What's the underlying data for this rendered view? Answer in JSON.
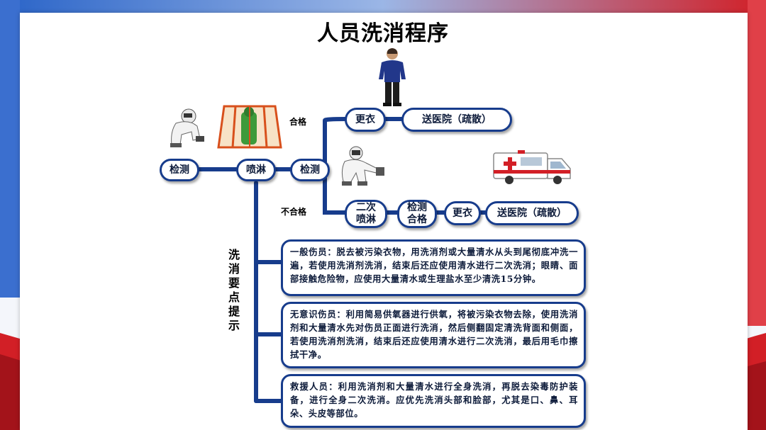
{
  "title": "人员洗消程序",
  "nodes": {
    "detect1": "检测",
    "shower": "喷淋",
    "detect2": "检测",
    "change1": "更衣",
    "hospital1": "送医院（疏散）",
    "shower2": "二次喷淋",
    "detect3": "检测合格",
    "change2": "更衣",
    "hospital2": "送医院（疏散）"
  },
  "branch_labels": {
    "pass": "合格",
    "fail": "不合格"
  },
  "side_label": "洗消要点提示",
  "notes": [
    "一般伤员：脱去被污染衣物，用洗消剂或大量清水从头到尾彻底冲洗一遍，若使用洗消剂洗消，结束后还应使用清水进行二次洗消；眼睛、面部接触危险物，应使用大量清水或生理盐水至少清洗15分钟。",
    "无意识伤员：利用简易供氧器进行供氧，将被污染衣物去除，使用洗消剂和大量清水先对伤员正面进行洗消，然后侧翻固定清洗背面和侧面，若使用洗消剂洗消，结束后还应使用清水进行二次洗消，最后用毛巾擦拭干净。",
    "救援人员：利用洗消剂和大量清水进行全身洗消，再脱去染毒防护装备，进行全身二次洗消。应优先洗消头部和脸部，尤其是口、鼻、耳朵、头皮等部位。"
  ],
  "colors": {
    "line": "#173c8c",
    "accent_red": "#d21f26",
    "accent_blue": "#2a64c8"
  }
}
